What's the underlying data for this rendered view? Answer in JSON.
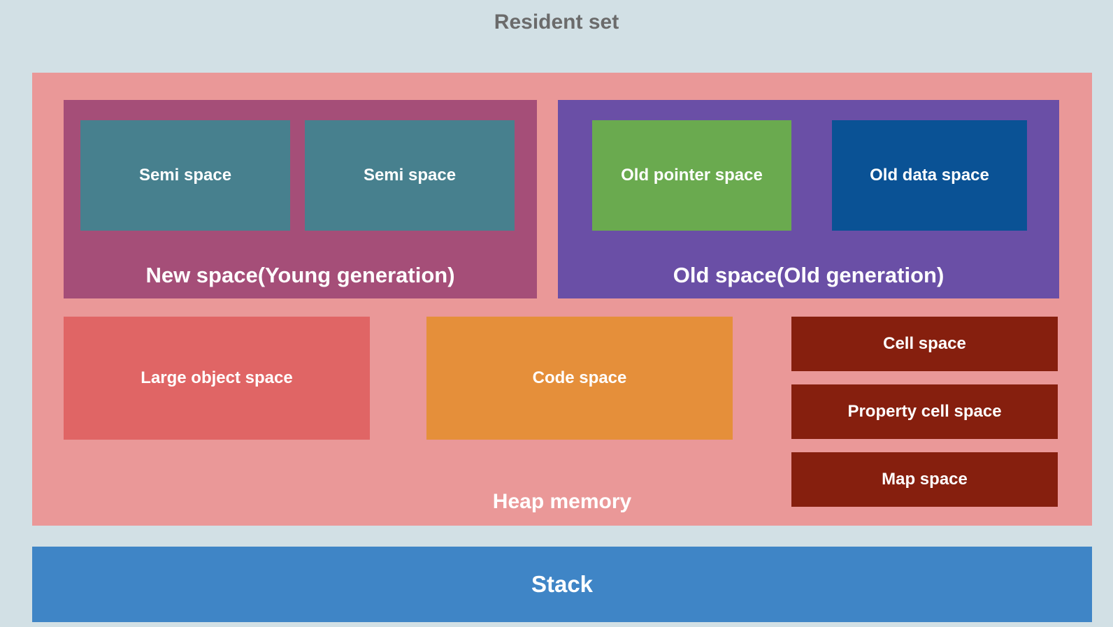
{
  "title": "Resident set",
  "heap": {
    "label": "Heap memory",
    "new_space": {
      "label": "New space(Young generation)",
      "semi_space_1": "Semi space",
      "semi_space_2": "Semi space"
    },
    "old_space": {
      "label": "Old space(Old generation)",
      "old_pointer_space": "Old pointer space",
      "old_data_space": "Old data space"
    },
    "large_object_space": "Large object space",
    "code_space": "Code space",
    "cell_space": "Cell space",
    "property_cell_space": "Property cell space",
    "map_space": "Map space"
  },
  "stack": "Stack",
  "colors": {
    "background": "#d2e0e5",
    "heap": "#ea9898",
    "new_space": "#a54e78",
    "semi_space": "#47808e",
    "old_space": "#6a4fa6",
    "old_pointer_space": "#6aaa4f",
    "old_data_space": "#0a5295",
    "large_object_space": "#e06565",
    "code_space": "#e58f3a",
    "cell_spaces": "#861f0e",
    "stack": "#3f85c6"
  }
}
